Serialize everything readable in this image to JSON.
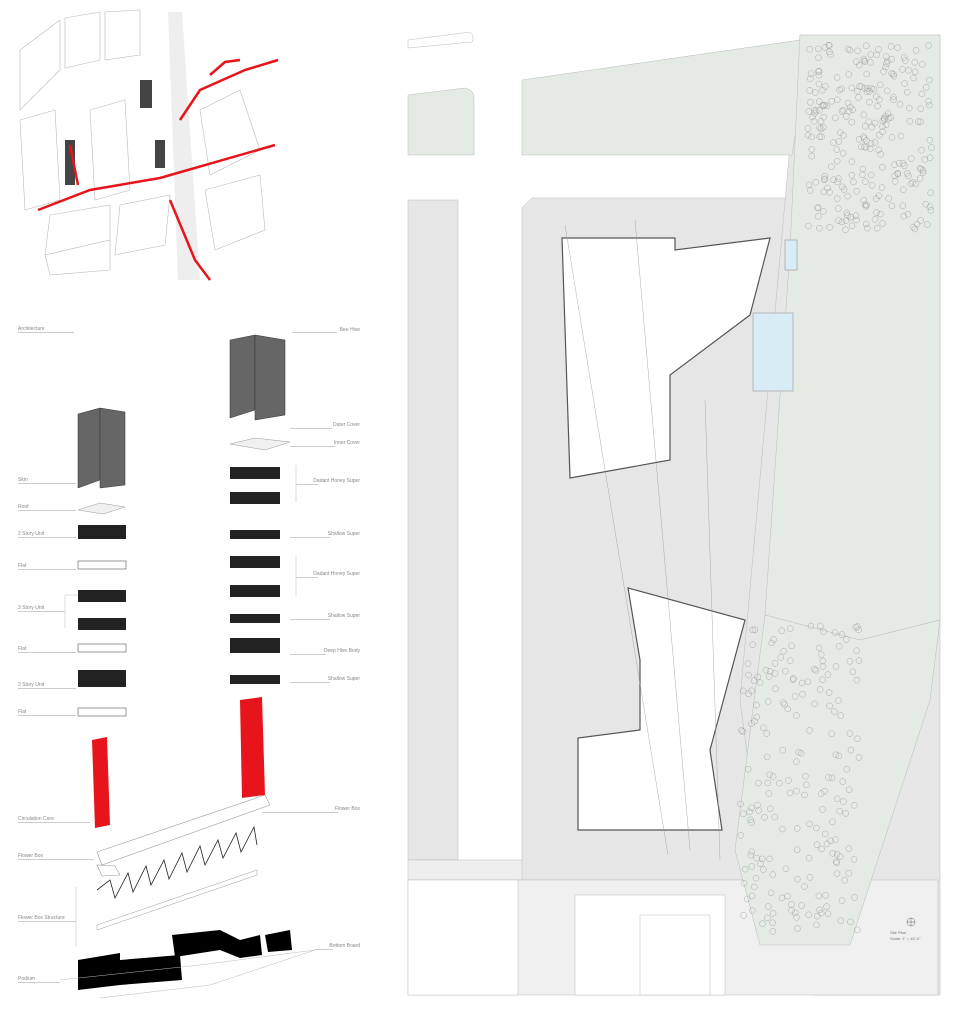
{
  "left_labels": {
    "architecture": "Architecture",
    "skin": "Skin",
    "roof": "Roof",
    "unit_a": "2 Story Unit",
    "flat_a": "Flat",
    "unit_b": "3 Story Unit",
    "flat_b": "Flat",
    "unit_c": "3 Story Unit",
    "flat_c": "Flat",
    "circulation": "Circulation Core",
    "flower_box": "Flower Box",
    "flower_box_structure": "Flower Box Structure",
    "podium": "Podium"
  },
  "right_labels": {
    "bee_hive": "Bee Hive",
    "outer_cover": "Outer Cover",
    "inner_cover": "Inner Cover",
    "dadant_a": "Dadant Honey Super",
    "shallow_a": "Shallow Super",
    "dadant_b": "Dadant Honey Super",
    "shallow_b": "Shallow Super",
    "deep": "Deep Hive Body",
    "shallow_c": "Shallow Super",
    "flower_box": "Flower Box",
    "bottom_board": "Bottom Board"
  },
  "site_plan": {
    "title": "Site Plan",
    "scale": "Scale: 1\" = 40'-0\""
  },
  "colors": {
    "accent": "#e8141b",
    "park": "#e4ebe4",
    "water": "#d8ecf5",
    "paving": "#e6e6e6"
  }
}
